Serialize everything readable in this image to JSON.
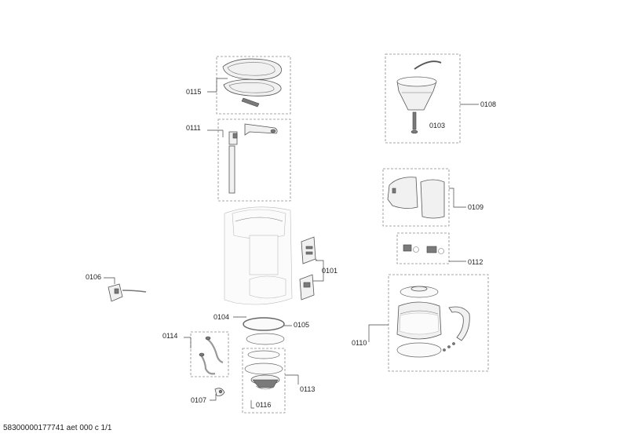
{
  "labels": {
    "l0115": "0115",
    "l0111": "0111",
    "l0106": "0106",
    "l0104": "0104",
    "l0105": "0105",
    "l0101": "0101",
    "l0114": "0114",
    "l0107": "0107",
    "l0116": "0116",
    "l0113": "0113",
    "l0108": "0108",
    "l0103": "0103",
    "l0109": "0109",
    "l0112": "0112",
    "l0110": "0110"
  },
  "footer": "58300000177741 aet 000 c 1/1"
}
